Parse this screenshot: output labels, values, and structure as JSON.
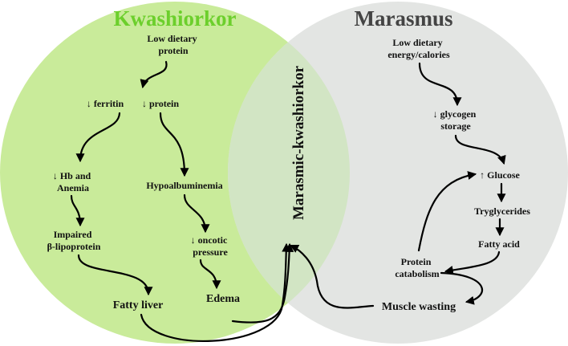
{
  "colors": {
    "kwashiorkor_fill": "#c9eb9a",
    "kwashiorkor_title": "#6ccf2c",
    "marasmus_fill": "#e3e5e3",
    "marasmus_title": "#444444",
    "overlap_fill": "#d2e5c4",
    "arrow": "#000000",
    "text": "#111111"
  },
  "sets": {
    "left_title": "Kwashiorkor",
    "right_title": "Marasmus",
    "overlap_title": "Marasmic-kwashiorkor"
  },
  "kwashiorkor": {
    "low_dietary_protein": [
      "Low dietary",
      "protein"
    ],
    "ferritin": "↓ ferritin",
    "protein": "↓ protein",
    "hb_anemia": [
      "↓ Hb and",
      "Anemia"
    ],
    "hypoalbuminemia": "Hypoalbuminemia",
    "impaired_lipoprotein": [
      "Impaired",
      "β-lipoprotein"
    ],
    "oncotic_pressure": [
      "↓ oncotic",
      "pressure"
    ],
    "fatty_liver": "Fatty liver",
    "edema": "Edema"
  },
  "marasmus": {
    "low_dietary_energy": [
      "Low dietary",
      "energy/calories"
    ],
    "glycogen_storage": [
      "↓ glycogen",
      "storage"
    ],
    "glucose": "↑ Glucose",
    "tryglycerides": "Tryglycerides",
    "fatty_acid": "Fatty acid",
    "protein_catabolism": [
      "Protein",
      "catabolism"
    ],
    "muscle_wasting": "Muscle wasting"
  }
}
